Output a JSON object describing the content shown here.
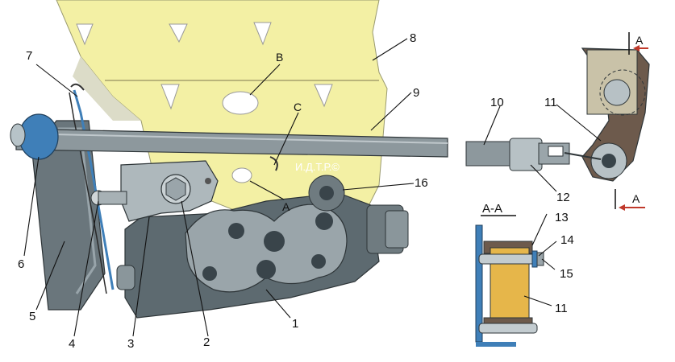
{
  "callouts": {
    "n1": "1",
    "n2": "2",
    "n3": "3",
    "n4": "4",
    "n5": "5",
    "n6": "6",
    "n7": "7",
    "n8": "8",
    "n9": "9",
    "n10": "10",
    "n11": "11",
    "n12": "12",
    "n13": "13",
    "n14": "14",
    "n15": "15",
    "n16": "16",
    "n11b": "11"
  },
  "letters": {
    "B": "B",
    "C": "C",
    "A": "A"
  },
  "section": {
    "label": "A-A",
    "markTop": "A",
    "markBottom": "A"
  },
  "watermark": "И.Д.Т.Р.©",
  "colors": {
    "body_yellow": "#f3f0a4",
    "metal": "#7d8a90",
    "bracket": "#5f6c72",
    "insert_orange": "#e6b64a",
    "blue_accent": "#3f7fb8"
  }
}
